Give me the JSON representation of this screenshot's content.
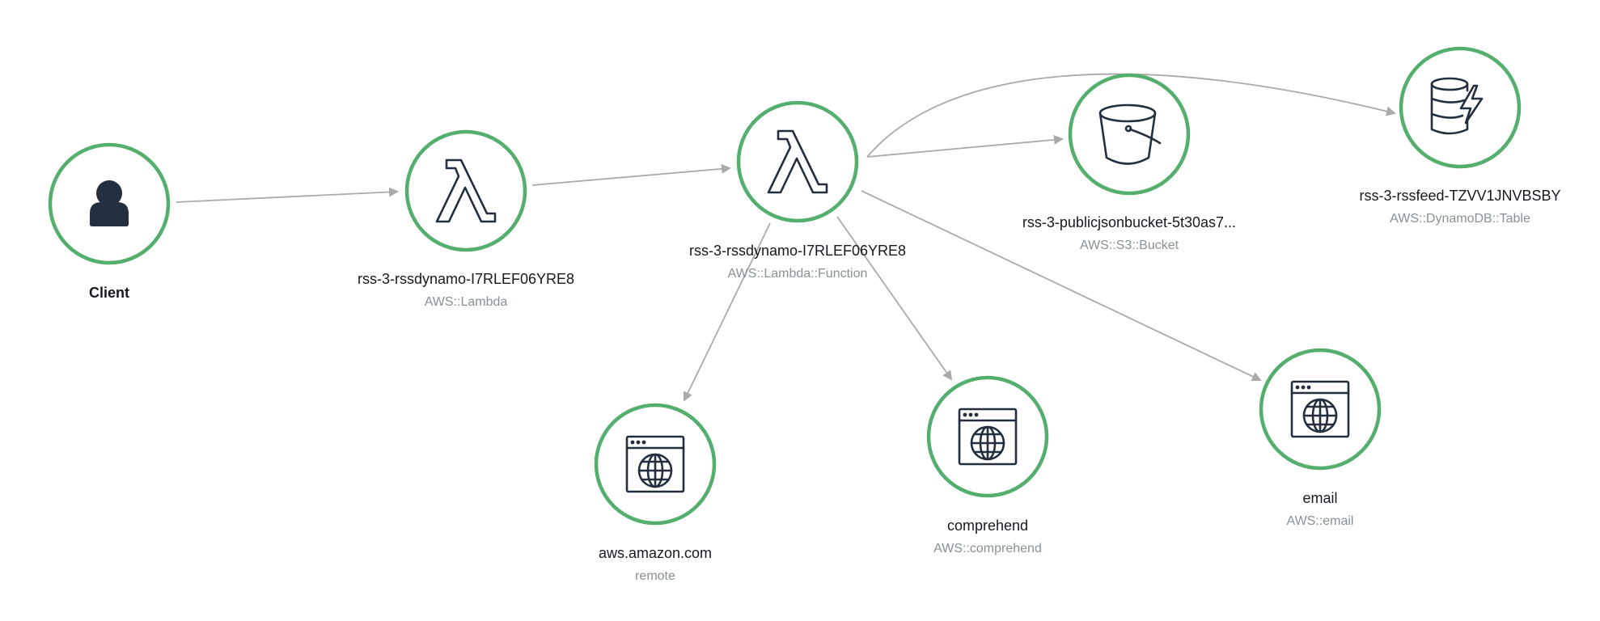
{
  "colors": {
    "node_ring": "#54ae6d",
    "edge": "#aaaaaa",
    "icon": "#232f3e",
    "label_primary": "#16191f",
    "label_secondary": "#879196"
  },
  "nodes": {
    "client": {
      "name": "Client",
      "icon": "user-icon"
    },
    "lambda_trigger": {
      "name": "rss-3-rssdynamo-I7RLEF06YRE8",
      "type": "AWS::Lambda",
      "icon": "lambda-icon"
    },
    "lambda_function": {
      "name": "rss-3-rssdynamo-I7RLEF06YRE8",
      "type": "AWS::Lambda::Function",
      "icon": "lambda-icon"
    },
    "s3_bucket": {
      "name": "rss-3-publicjsonbucket-5t30as7...",
      "type": "AWS::S3::Bucket",
      "icon": "bucket-icon"
    },
    "dynamodb_table": {
      "name": "rss-3-rssfeed-TZVV1JNVBSBY",
      "type": "AWS::DynamoDB::Table",
      "icon": "dynamodb-icon"
    },
    "remote": {
      "name": "aws.amazon.com",
      "type": "remote",
      "icon": "globe-window-icon"
    },
    "comprehend": {
      "name": "comprehend",
      "type": "AWS::comprehend",
      "icon": "globe-window-icon"
    },
    "email": {
      "name": "email",
      "type": "AWS::email",
      "icon": "globe-window-icon"
    }
  },
  "edges": [
    {
      "from": "client",
      "to": "lambda_trigger"
    },
    {
      "from": "lambda_trigger",
      "to": "lambda_function"
    },
    {
      "from": "lambda_function",
      "to": "s3_bucket"
    },
    {
      "from": "lambda_function",
      "to": "dynamodb_table"
    },
    {
      "from": "lambda_function",
      "to": "remote"
    },
    {
      "from": "lambda_function",
      "to": "comprehend"
    },
    {
      "from": "lambda_function",
      "to": "email"
    }
  ]
}
